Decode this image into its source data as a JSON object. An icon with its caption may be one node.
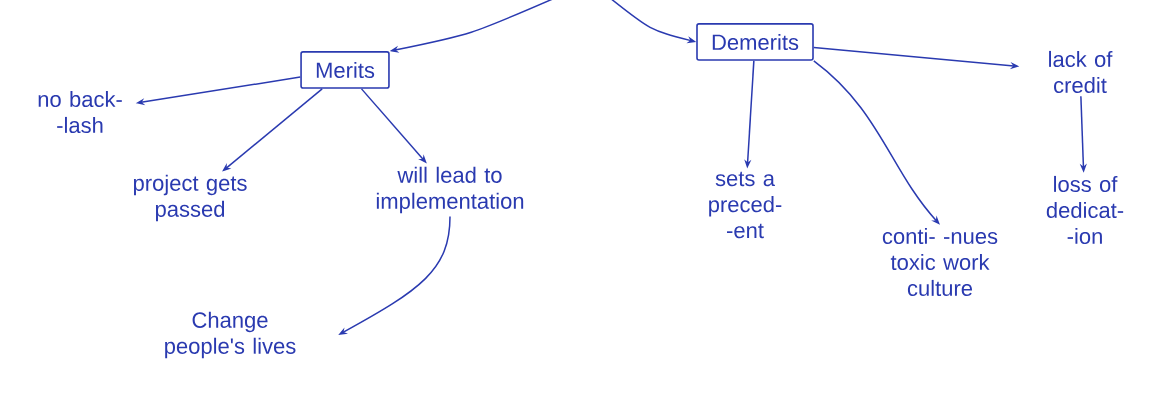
{
  "diagram": {
    "nodes": [
      {
        "text": [
          "Merits"
        ]
      },
      {
        "text": [
          "Demerits"
        ]
      },
      {
        "text": [
          "no back- -lash"
        ]
      },
      {
        "text": [
          "project gets passed"
        ]
      },
      {
        "text": [
          "will lead to implementation"
        ]
      },
      {
        "text": [
          "Change people's lives"
        ]
      },
      {
        "text": [
          "sets a preced- -ent"
        ]
      },
      {
        "text": [
          "conti- -nues toxic work culture"
        ]
      },
      {
        "text": [
          "lack of credit"
        ]
      },
      {
        "text": [
          "loss of dedicat- -ion"
        ]
      }
    ],
    "edges": [
      {
        "from": null,
        "to": 0,
        "arrow": "to"
      },
      {
        "from": null,
        "to": 1,
        "arrow": "to"
      },
      {
        "from": 0,
        "to": 2,
        "arrow": "to"
      },
      {
        "from": 0,
        "to": 3,
        "arrow": "to"
      },
      {
        "from": 0,
        "to": 4,
        "arrow": "to"
      },
      {
        "from": 4,
        "to": 5,
        "arrow": "to"
      },
      {
        "from": 1,
        "to": 6,
        "arrow": "to"
      },
      {
        "from": 1,
        "to": 7,
        "arrow": "to"
      },
      {
        "from": 1,
        "to": 8,
        "arrow": "to"
      },
      {
        "from": 8,
        "to": 9,
        "arrow": "to"
      }
    ]
  }
}
